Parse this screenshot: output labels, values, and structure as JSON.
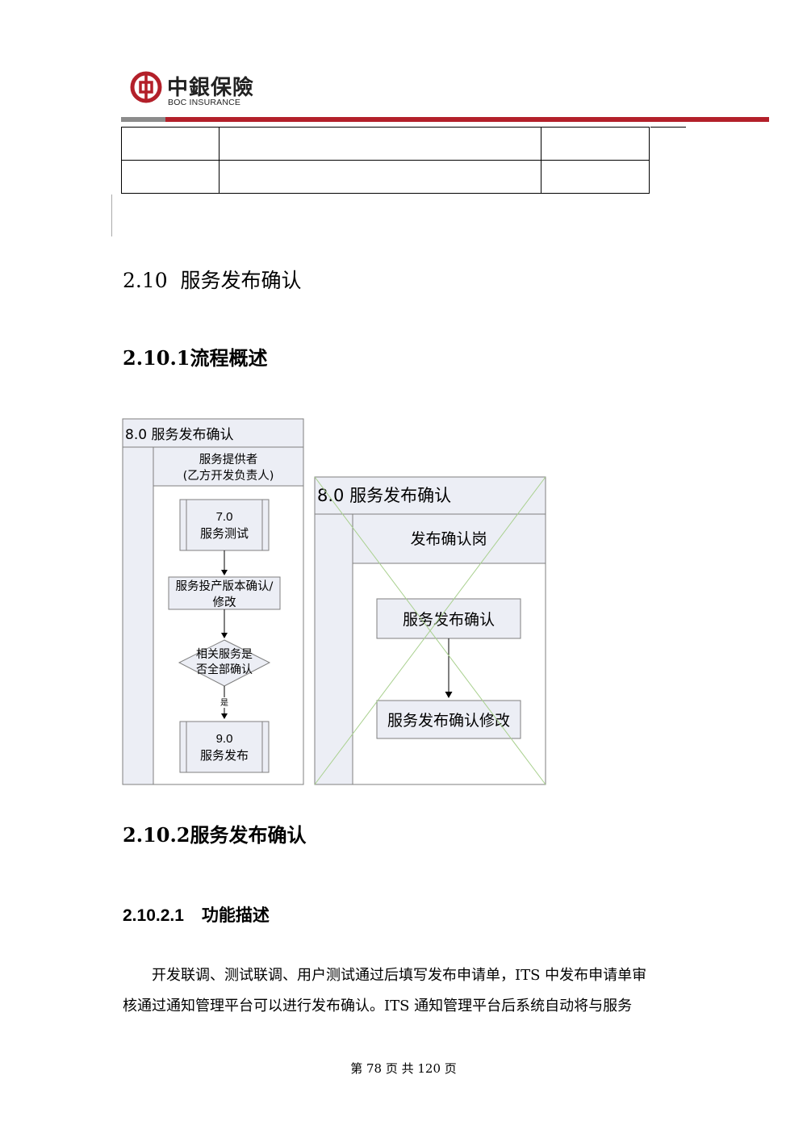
{
  "header": {
    "logo_cn": "中銀保險",
    "logo_en": "BOC INSURANCE",
    "colors": {
      "brand_red": "#b3202a",
      "rule_gray": "#8c8c8c"
    }
  },
  "section": {
    "heading": "2.10  服务发布确认",
    "sub1": "2.10.1流程概述",
    "sub2": "2.10.2服务发布确认",
    "sub3_num": "2.10.2.1",
    "sub3_title": "功能描述"
  },
  "diagram_left": {
    "title": "8.0 服务发布确认",
    "lane_line1": "服务提供者",
    "lane_line2": "(乙方开发负责人)",
    "node1_num": "7.0",
    "node1_label": "服务测试",
    "node2_line1": "服务投产版本确认/",
    "node2_line2": "修改",
    "decision_line1": "相关服务是",
    "decision_line2": "否全部确认",
    "edge_yes": "是",
    "node3_num": "9.0",
    "node3_label": "服务发布"
  },
  "diagram_right": {
    "title": "8.0 服务发布确认",
    "lane": "发布确认岗",
    "box1": "服务发布确认",
    "box2": "服务发布确认修改"
  },
  "body": {
    "line1": "开发联调、测试联调、用户测试通过后填写发布申请单，ITS 中发布申请单审",
    "line2": "核通过通知管理平台可以进行发布确认。ITS 通知管理平台后系统自动将与服务"
  },
  "footer": {
    "page_text": "第 78 页 共 120 页"
  }
}
